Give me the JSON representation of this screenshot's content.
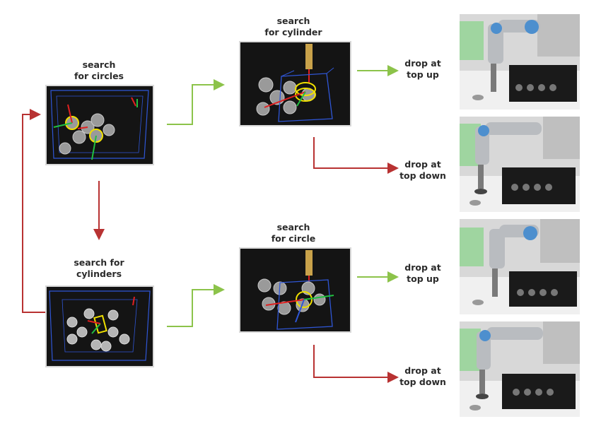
{
  "labels": {
    "search_circles": "search\nfor circles",
    "search_cylinders": "search for\ncylinders",
    "search_cylinder": "search\nfor cylinder",
    "search_circle": "search\nfor circle",
    "drop_top_up_1": "drop at\ntop up",
    "drop_top_down_1": "drop at\ntop down",
    "drop_top_up_2": "drop at\ntop up",
    "drop_top_down_2": "drop at\ntop down"
  },
  "colors": {
    "green_arrow": "#8cc34a",
    "red_arrow": "#b83232",
    "box_blue": "#2f56d6",
    "highlight_yellow": "#f0e000",
    "axis_red": "#e02020",
    "axis_green": "#20c040"
  }
}
